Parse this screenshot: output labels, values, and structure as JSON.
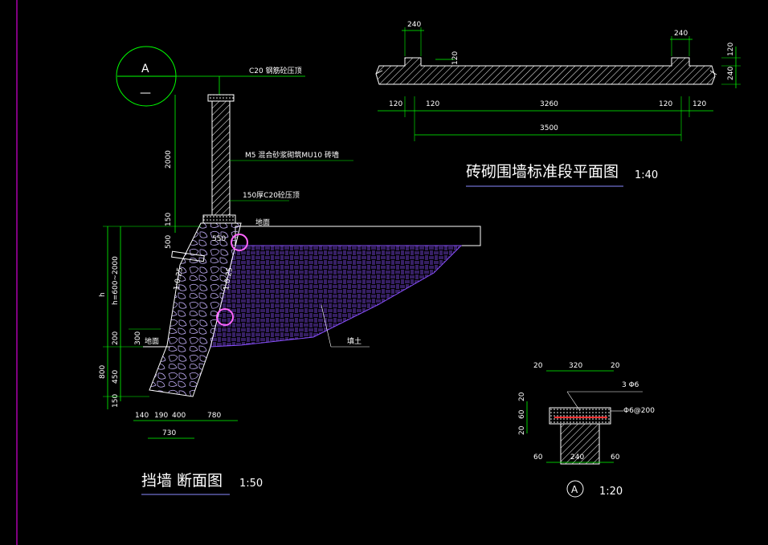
{
  "plan": {
    "title": "砖砌围墙标准段平面图",
    "scale": "1:40",
    "dims_top": [
      "240",
      "240"
    ],
    "dim_small": "120",
    "dims_right": [
      "120",
      "240"
    ],
    "dims_bottom": [
      "120",
      "120",
      "3260",
      "120",
      "120"
    ],
    "dim_total": "3500"
  },
  "section": {
    "title": "挡墙 断面图",
    "scale": "1:50",
    "marker_letter": "A",
    "marker_dash": "—",
    "labels": {
      "top_beam": "C20  钢筋砼压顶",
      "wall": "M5  混合砂浆砌筑MU10   砖墙",
      "pad": "150厚C20砼压顶",
      "ground1": "地面",
      "ground2": "地面",
      "backfill": "填土",
      "width_550": "550",
      "slope1": "1:0.25",
      "slope2": "1:0.25",
      "h_range": "h=600~2000",
      "h": "h"
    },
    "vdims": [
      "2000",
      "150",
      "500",
      "200",
      "300",
      "450",
      "800",
      "150"
    ],
    "hdims": [
      "140",
      "190",
      "400",
      "780"
    ],
    "hdim_total": "730"
  },
  "detail": {
    "marker_letter": "A",
    "scale": "1:20",
    "dims_top": [
      "20",
      "320",
      "20"
    ],
    "rebar_top": "3 Φ6",
    "stirrup": "Φ6@200",
    "dims_left": [
      "20",
      "60",
      "20"
    ],
    "dims_bottom": [
      "60",
      "240",
      "60"
    ]
  }
}
